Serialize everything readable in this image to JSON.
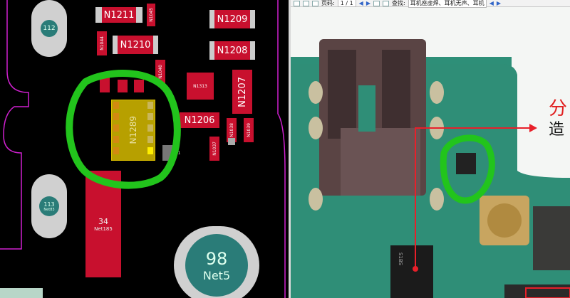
{
  "pcb": {
    "components": {
      "n1211": "N1211",
      "n1045": "N1045",
      "n1209": "N1209",
      "n1044": "N1044",
      "n1210": "N1210",
      "n1208": "N1208",
      "n1040": "N1040",
      "n1313": "N1313",
      "n1207": "N1207",
      "n1289": "N1289",
      "n1206": "N1206",
      "n1038": "N1038",
      "n1039": "N1039",
      "n1037": "N1037",
      "n1231": "231"
    },
    "pads": {
      "p112": {
        "number": "112"
      },
      "p113": {
        "number": "113",
        "net": "Net83"
      },
      "p34": {
        "number": "34",
        "net": "Net185"
      },
      "p98": {
        "number": "98",
        "net": "Net5"
      }
    },
    "highlight_color": "#22c41c",
    "board_outline_color": "#d020d0"
  },
  "viewer": {
    "toolbar": {
      "page_label": "页码:",
      "page_value": "1 / 1",
      "search_label": "查找:",
      "search_value": "耳机座虚焊、耳机无声、耳机",
      "nav_prev": "◀",
      "nav_next": "▶"
    },
    "annotation": {
      "line1": "分",
      "line2": "造"
    },
    "photo_chip_text": "S1BS"
  }
}
